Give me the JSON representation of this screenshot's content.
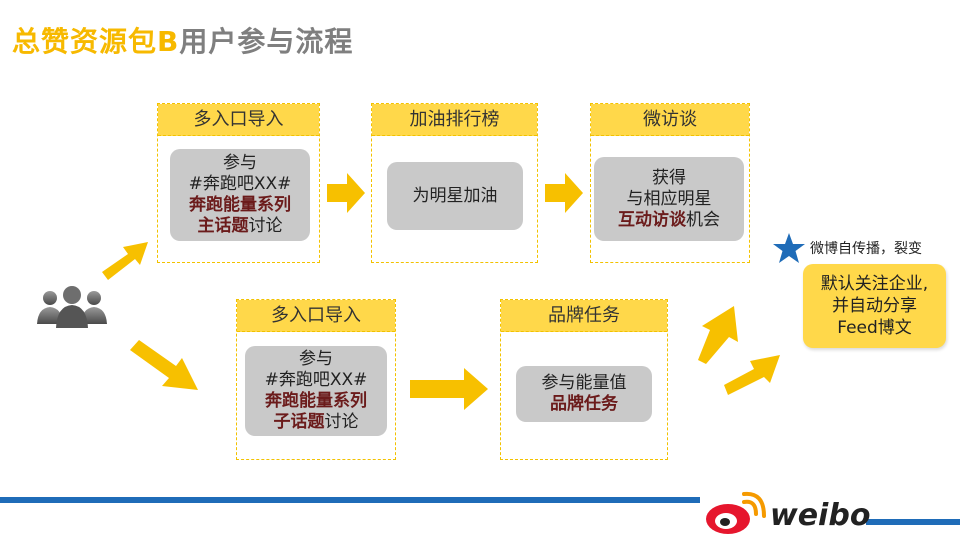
{
  "title": {
    "highlight": "总赞资源包B",
    "rest": "用户参与流程"
  },
  "stages": {
    "s1": {
      "header": "多入口导入",
      "lines": [
        "参与",
        "#奔跑吧XX#"
      ],
      "em_lines": [
        "奔跑能量系列"
      ],
      "last_em": "主话题",
      "last_plain": "讨论"
    },
    "s2": {
      "header": "加油排行榜",
      "text": "为明星加油"
    },
    "s3": {
      "header": "微访谈",
      "lines": [
        "获得",
        "与相应明星"
      ],
      "last_em": "互动访谈",
      "last_plain": "机会"
    },
    "s4": {
      "header": "多入口导入",
      "lines": [
        "参与",
        "#奔跑吧XX#"
      ],
      "em_lines": [
        "奔跑能量系列"
      ],
      "last_em": "子话题",
      "last_plain": "讨论"
    },
    "s5": {
      "header": "品牌任务",
      "line1": "参与能量值",
      "line2": "品牌任务"
    }
  },
  "annotation": "微博自传播，裂变",
  "result": {
    "lines": [
      "默认关注企业,",
      "并自动分享",
      "Feed博文"
    ]
  },
  "brand": {
    "name": "weibo"
  },
  "colors": {
    "accent_yellow": "#f7b900",
    "box_yellow": "#ffd84a",
    "gray_box": "#c9c9c9",
    "emphasis": "#6b1b1b",
    "brand_blue": "#1f6cb8",
    "star_blue": "#1f6cb8"
  },
  "icons": {
    "users": "users-group-icon",
    "star": "star-icon",
    "logo": "weibo-logo-icon"
  }
}
